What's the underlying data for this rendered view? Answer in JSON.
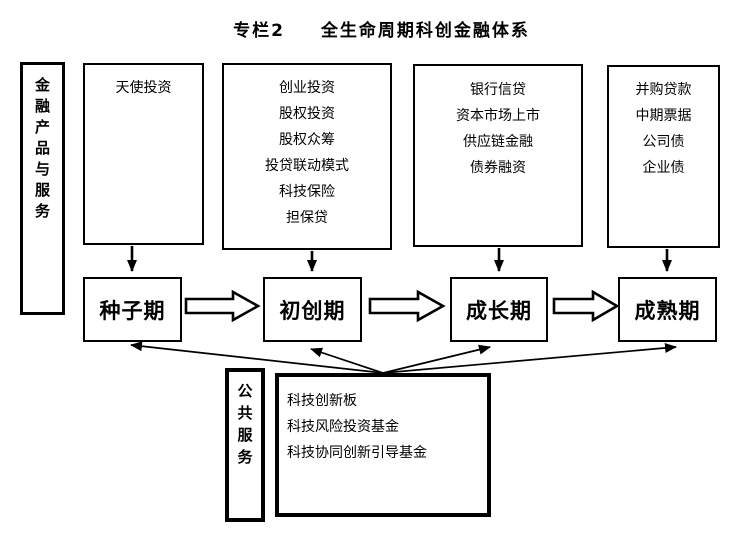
{
  "title": {
    "prefix": "专栏2",
    "main": "全生命周期科创金融体系"
  },
  "left_panel": {
    "label": "金融产品与服务",
    "chars": [
      "金",
      "融",
      "产",
      "品",
      "与",
      "服",
      "务"
    ]
  },
  "product_boxes": [
    {
      "items": [
        "天使投资"
      ]
    },
    {
      "items": [
        "创业投资",
        "股权投资",
        "股权众筹",
        "投贷联动模式",
        "科技保险",
        "担保贷"
      ]
    },
    {
      "items": [
        "银行信贷",
        "资本市场上市",
        "供应链金融",
        "债券融资"
      ]
    },
    {
      "items": [
        "并购贷款",
        "中期票据",
        "公司债",
        "企业债"
      ]
    }
  ],
  "stages": [
    {
      "label": "种子期"
    },
    {
      "label": "初创期"
    },
    {
      "label": "成长期"
    },
    {
      "label": "成熟期"
    }
  ],
  "public_panel": {
    "label": "公共服务",
    "chars": [
      "公",
      "共",
      "服",
      "务"
    ],
    "items": [
      "科技创新板",
      "科技风险投资基金",
      "科技协同创新引导基金"
    ]
  },
  "colors": {
    "ink": "#000000",
    "paper": "#ffffff"
  }
}
